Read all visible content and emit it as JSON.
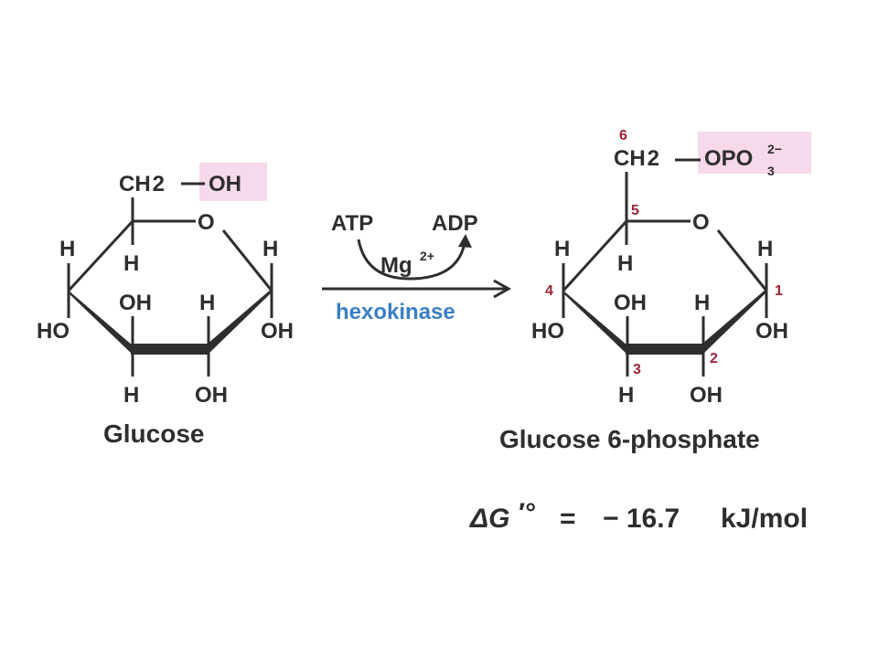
{
  "highlight_color": "#f6d9ea",
  "enzyme_color": "#3a7fc4",
  "carbon_number_color": "#9b2335",
  "reactant": {
    "name": "Glucose",
    "ch2": "CH",
    "ch2_sub": "2",
    "oh_group": "OH",
    "ring_o": "O",
    "h_c4_up": "H",
    "h_c5_down": "H",
    "h_c1_up": "H",
    "oh_c3_up": "OH",
    "h_c2_up": "H",
    "ho_c4": "HO",
    "oh_c1": "OH",
    "h_c3_down": "H",
    "oh_c2_down": "OH"
  },
  "arrow": {
    "atp": "ATP",
    "adp": "ADP",
    "mg": "Mg",
    "mg_charge": "2+",
    "enzyme": "hexokinase"
  },
  "product": {
    "name": "Glucose 6-phosphate",
    "ch2": "CH",
    "ch2_sub": "2",
    "phosphate": "OPO",
    "phosphate_sub": "3",
    "phosphate_charge": "2−",
    "ring_o": "O",
    "h_c4_up": "H",
    "h_c5_down": "H",
    "h_c1_up": "H",
    "oh_c3_up": "OH",
    "h_c2_up": "H",
    "ho_c4": "HO",
    "oh_c1": "OH",
    "h_c3_down": "H",
    "oh_c2_down": "OH",
    "c1": "1",
    "c2": "2",
    "c3": "3",
    "c4": "4",
    "c5": "5",
    "c6": "6"
  },
  "delta_g": {
    "symbol": "ΔG",
    "prime_degree": "′°",
    "equals": "=",
    "value": "− 16.7",
    "unit": "kJ/mol"
  }
}
